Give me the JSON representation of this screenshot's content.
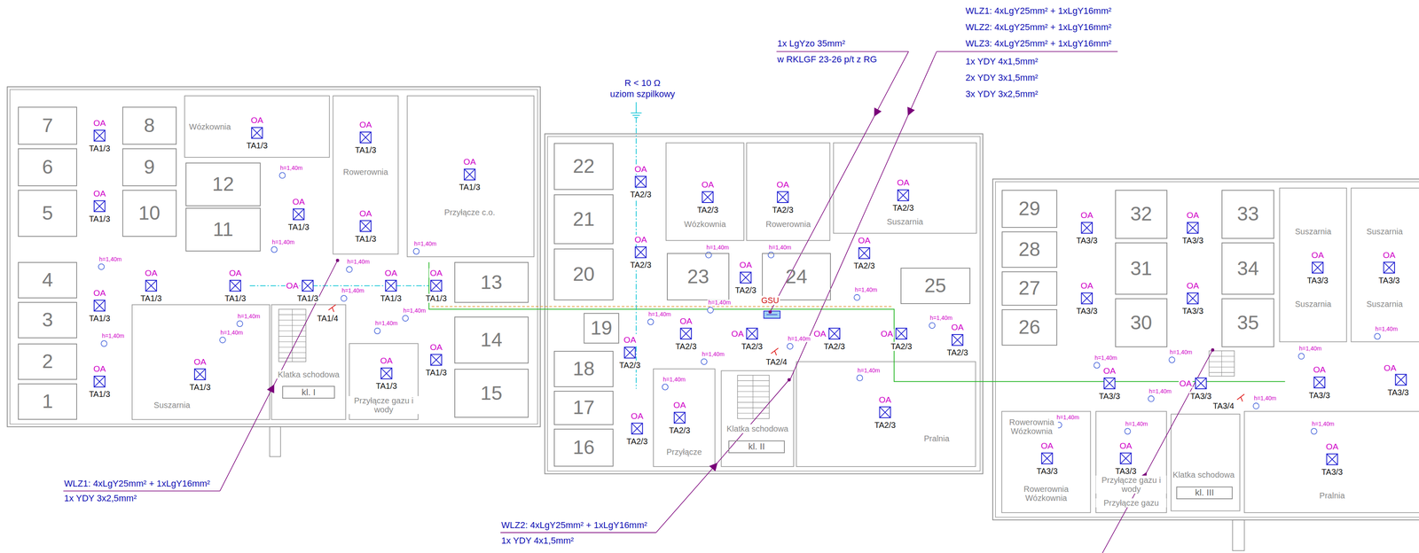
{
  "diagram": {
    "nodes": [
      {
        "text": [
          "7"
        ]
      },
      {
        "text": [
          "8"
        ]
      },
      {
        "text": [
          "6"
        ]
      },
      {
        "text": [
          "9"
        ]
      },
      {
        "text": [
          "5"
        ]
      },
      {
        "text": [
          "10"
        ]
      },
      {
        "text": [
          "12"
        ]
      },
      {
        "text": [
          "11"
        ]
      },
      {
        "text": [
          "4"
        ]
      },
      {
        "text": [
          "3"
        ]
      },
      {
        "text": [
          "2"
        ]
      },
      {
        "text": [
          "1"
        ]
      },
      {
        "text": [
          "13"
        ]
      },
      {
        "text": [
          "14"
        ]
      },
      {
        "text": [
          "15"
        ]
      },
      {
        "text": [
          "kl. I"
        ]
      },
      {
        "text": [
          "22"
        ]
      },
      {
        "text": [
          "21"
        ]
      },
      {
        "text": [
          "20"
        ]
      },
      {
        "text": [
          "19"
        ]
      },
      {
        "text": [
          "18"
        ]
      },
      {
        "text": [
          "17"
        ]
      },
      {
        "text": [
          "16"
        ]
      },
      {
        "text": [
          "23"
        ]
      },
      {
        "text": [
          "24"
        ]
      },
      {
        "text": [
          "25"
        ]
      },
      {
        "text": [
          "kl. II"
        ]
      },
      {
        "text": [
          "29"
        ]
      },
      {
        "text": [
          "28"
        ]
      },
      {
        "text": [
          "27"
        ]
      },
      {
        "text": [
          "26"
        ]
      },
      {
        "text": [
          "32"
        ]
      },
      {
        "text": [
          "33"
        ]
      },
      {
        "text": [
          "31"
        ]
      },
      {
        "text": [
          "34"
        ]
      },
      {
        "text": [
          "30"
        ]
      },
      {
        "text": [
          "35"
        ]
      },
      {
        "text": [
          "kl. III"
        ]
      }
    ],
    "labels": [
      "WLZ1: 4xLgY25mm² + 1xLgY16mm²",
      "WLZ2: 4xLgY25mm² + 1xLgY16mm²",
      "WLZ3: 4xLgY25mm² + 1xLgY16mm²",
      "1x YDY 4x1,5mm²",
      "2x YDY 3x1,5mm²",
      "3x YDY 3x2,5mm²",
      "1x LgYzo 35mm²",
      "w RKLGF 23-26 p/t z RG",
      "R < 10 Ω",
      "uziom szpilkowy",
      "WLZ1: 4xLgY25mm² + 1xLgY16mm²",
      "1x YDY 3x2,5mm²",
      "WLZ2: 4xLgY25mm² + 1xLgY16mm²",
      "1x YDY 4x1,5mm²",
      "GSU",
      "Wózkownia",
      "Rowerownia",
      "Przyłącze c.o.",
      "Suszarnia",
      "Klatka schodowa",
      "Przyłącze gazu i wody",
      "Wózkownia",
      "Rowerownia",
      "Suszarnia",
      "Przyłącze",
      "Klatka schodowa",
      "Pralnia",
      "Suszarnia",
      "Suszarnia",
      "Suszarnia",
      "Suszarnia",
      "Rowerownia Wózkownia",
      "Rowerownia Wózkownia",
      "Przyłącze gazu i wody",
      "Przyłącze gazu",
      "Klatka schodowa",
      "Pralnia",
      "OA",
      "TA1/3",
      "OA",
      "TA1/3",
      "OA",
      "TA1/3",
      "OA",
      "TA1/3",
      "OA",
      "TA1/3",
      "OA",
      "TA1/3",
      "OA",
      "TA1/3",
      "OA",
      "TA1/3",
      "OA",
      "TA1/3",
      "OA",
      "TA1/3",
      "OA",
      "TA1/3",
      "OA",
      "TA1/3",
      "OA",
      "TA1/3",
      "OA",
      "TA1/3",
      "OA",
      "TA1/3",
      "OA",
      "TA1/3",
      "OA",
      "TA1/3",
      "OA",
      "TA2/3",
      "OA",
      "TA2/3",
      "OA",
      "TA2/3",
      "OA",
      "TA2/3",
      "OA",
      "TA2/3",
      "OA",
      "TA2/3",
      "OA",
      "TA2/3",
      "OA",
      "TA2/3",
      "OA",
      "TA2/3",
      "OA",
      "TA2/3",
      "OA",
      "TA2/3",
      "OA",
      "TA2/3",
      "OA",
      "TA2/3",
      "OA",
      "TA2/3",
      "OA",
      "TA2/3",
      "OA",
      "TA2/3",
      "OA",
      "TA3/3",
      "OA",
      "TA3/3",
      "OA",
      "TA3/3",
      "OA",
      "TA3/3",
      "OA",
      "TA3/3",
      "OA",
      "TA3/3",
      "OA",
      "TA3/3",
      "OA",
      "TA3/3",
      "OA",
      "TA3/3",
      "OA",
      "TA3/3",
      "OA",
      "TA3/3",
      "OA",
      "TA3/3",
      "OA",
      "TA3/3",
      "TA1/4",
      "TA2/4",
      "TA3/4",
      "h=1,40m",
      "h=1,40m",
      "h=1,40m",
      "h=1,40m",
      "h=1,40m",
      "h=1,40m",
      "h=1,40m",
      "h=1,40m",
      "h=1,40m",
      "h=1,40m",
      "h=1,40m",
      "h=1,40m",
      "h=1,40m",
      "h=1,40m",
      "h=1,40m",
      "h=1,40m",
      "h=1,40m",
      "h=1,40m",
      "h=1,40m",
      "h=1,40m",
      "h=1,40m",
      "h=1,40m",
      "h=1,40m",
      "h=1,40m",
      "h=1,40m",
      "h=1,40m",
      "h=1,40m",
      "h=1,40m",
      "h=1,40m",
      "h=1,40m"
    ]
  }
}
